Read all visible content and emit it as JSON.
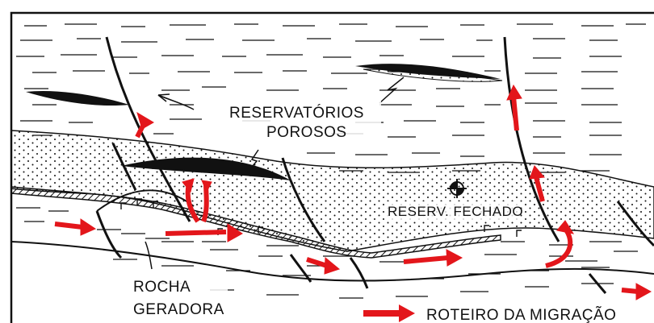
{
  "labels": {
    "reservoirs_line1": "RESERVATÓRIOS",
    "reservoirs_line2": "POROSOS",
    "closed_reservoir": "RESERV. FECHADO",
    "source_rock_line1": "ROCHA",
    "source_rock_line2": "GERADORA",
    "legend_migration": "ROTEIRO DA MIGRAÇÃO"
  },
  "colors": {
    "ink": "#111111",
    "arrow": "#e3161b",
    "paper": "#ffffff"
  },
  "icons": {
    "well": "well-symbol-icon",
    "arrow": "migration-arrow-icon"
  }
}
